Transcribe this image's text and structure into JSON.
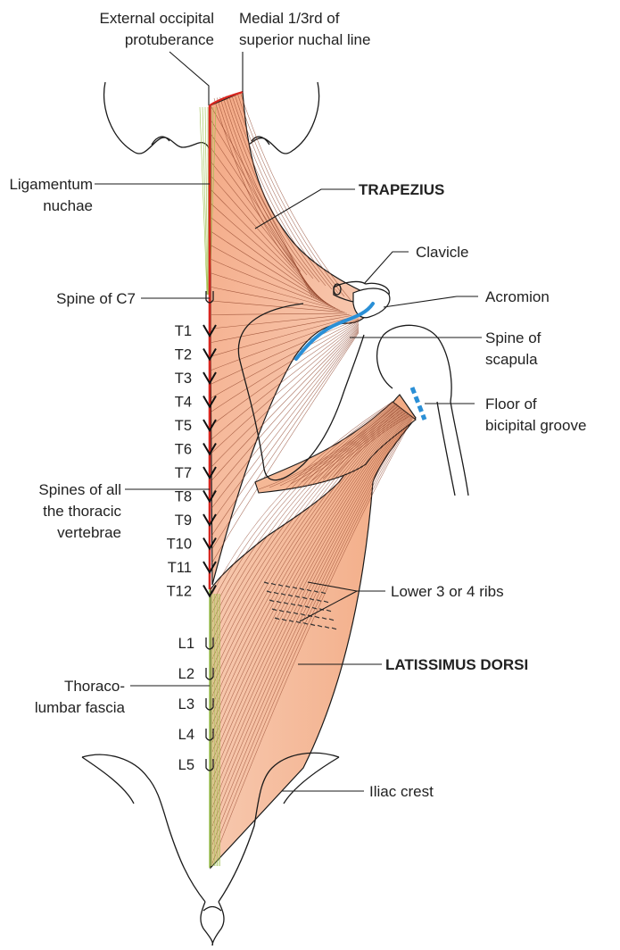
{
  "labels": {
    "external_occipital_protuberance": [
      "External occipital",
      "protuberance"
    ],
    "superior_nuchal_line": [
      "Medial 1/3rd of",
      "superior nuchal line"
    ],
    "ligamentum_nuchae": [
      "Ligamentum",
      "nuchae"
    ],
    "trapezius": "TRAPEZIUS",
    "clavicle": "Clavicle",
    "acromion": "Acromion",
    "spine_of_c7": "Spine of C7",
    "spine_of_scapula": [
      "Spine of",
      "scapula"
    ],
    "floor_bicipital_groove": [
      "Floor of",
      "bicipital groove"
    ],
    "spines_thoracic": [
      "Spines of all",
      "the thoracic",
      "vertebrae"
    ],
    "lower_ribs": "Lower 3 or 4 ribs",
    "latissimus_dorsi": "LATISSIMUS DORSI",
    "thoracolumbar_fascia": [
      "Thoraco-",
      "lumbar fascia"
    ],
    "iliac_crest": "Iliac crest"
  },
  "thoracic_vertebrae": [
    "T1",
    "T2",
    "T3",
    "T4",
    "T5",
    "T6",
    "T7",
    "T8",
    "T9",
    "T10",
    "T11",
    "T12"
  ],
  "lumbar_vertebrae": [
    "L1",
    "L2",
    "L3",
    "L4",
    "L5"
  ],
  "colors": {
    "muscle": "#f2b08c",
    "muscle_light": "#f8d2bb",
    "fiber": "#8a3b22",
    "spine_line": "#d8261f",
    "tendon": "#9bbf4a",
    "highlight_blue": "#2a8fd6"
  }
}
